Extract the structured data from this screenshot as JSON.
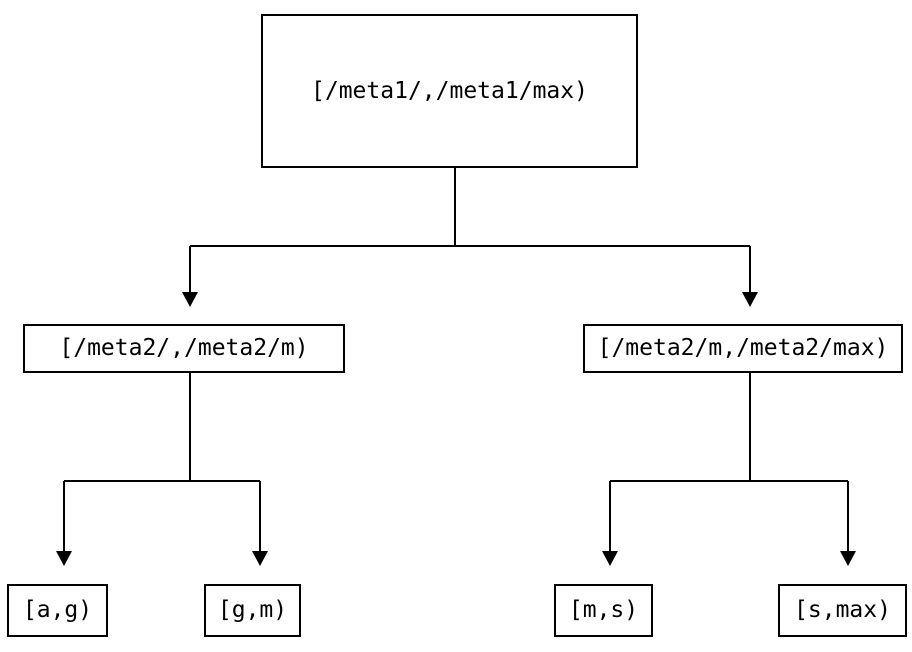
{
  "diagram": {
    "type": "tree",
    "background_color": "#ffffff",
    "stroke_color": "#000000",
    "nodes": {
      "root": {
        "label": "[/meta1/,/meta1/max)"
      },
      "left": {
        "label": "[/meta2/,/meta2/m)"
      },
      "right": {
        "label": "[/meta2/m,/meta2/max)"
      },
      "leaf_ag": {
        "label": "[a,g)"
      },
      "leaf_gm": {
        "label": "[g,m)"
      },
      "leaf_ms": {
        "label": "[m,s)"
      },
      "leaf_smax": {
        "label": "[s,max)"
      }
    },
    "edges": [
      {
        "from": "root",
        "to": "left"
      },
      {
        "from": "root",
        "to": "right"
      },
      {
        "from": "left",
        "to": "leaf_ag"
      },
      {
        "from": "left",
        "to": "leaf_gm"
      },
      {
        "from": "right",
        "to": "leaf_ms"
      },
      {
        "from": "right",
        "to": "leaf_smax"
      }
    ]
  }
}
